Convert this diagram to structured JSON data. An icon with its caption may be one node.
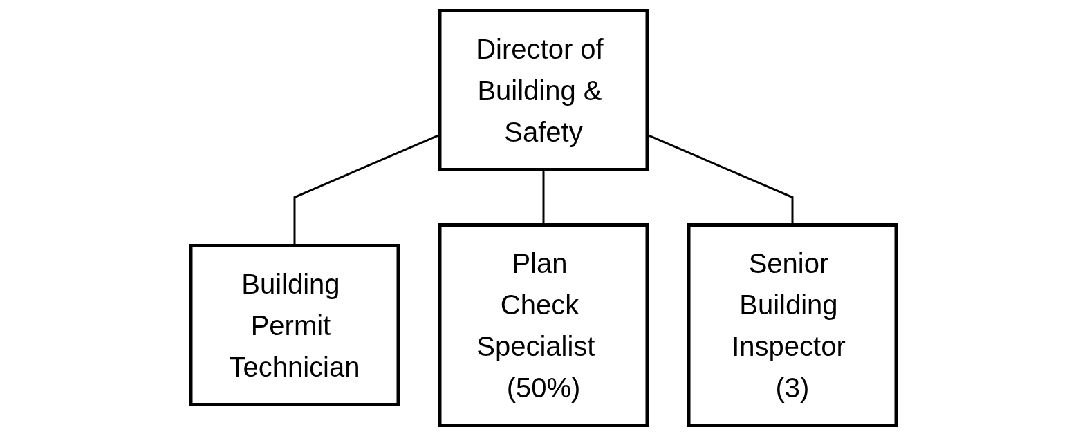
{
  "diagram": {
    "nodes": [
      {
        "text": [
          "Director of Building & Safety"
        ]
      },
      {
        "text": [
          "Building Permit Technician"
        ]
      },
      {
        "text": [
          "Plan Check Specialist  (50%)"
        ]
      },
      {
        "text": [
          "Senior Building Inspector (3)"
        ]
      }
    ],
    "edges": [
      {
        "from": 0,
        "to": 1,
        "arrow": "none"
      },
      {
        "from": 0,
        "to": 2,
        "arrow": "none"
      },
      {
        "from": 0,
        "to": 3,
        "arrow": "none"
      }
    ]
  }
}
